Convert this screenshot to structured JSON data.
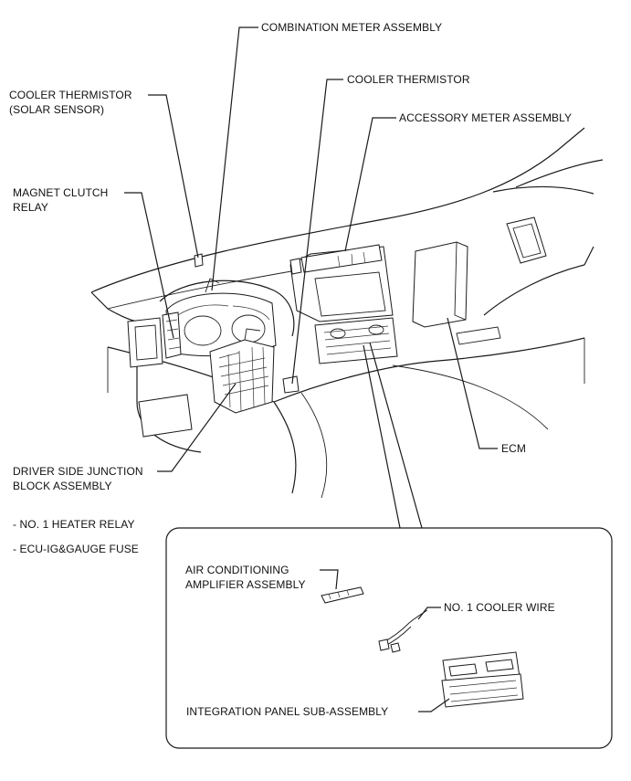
{
  "labels": {
    "combination_meter": "COMBINATION METER ASSEMBLY",
    "cooler_thermistor_solar_line1": "COOLER THERMISTOR",
    "cooler_thermistor_solar_line2": "(SOLAR SENSOR)",
    "cooler_thermistor": "COOLER THERMISTOR",
    "accessory_meter": "ACCESSORY METER ASSEMBLY",
    "magnet_clutch_line1": "MAGNET CLUTCH",
    "magnet_clutch_line2": "RELAY",
    "ecm": "ECM",
    "driver_jb_line1": "DRIVER SIDE JUNCTION",
    "driver_jb_line2": "BLOCK ASSEMBLY",
    "heater_relay": "- NO. 1 HEATER  RELAY",
    "gauge_fuse": "- ECU-IG&GAUGE FUSE",
    "ac_amplifier_line1": "AIR CONDITIONING",
    "ac_amplifier_line2": "AMPLIFIER ASSEMBLY",
    "cooler_wire": "NO. 1 COOLER WIRE",
    "integration_panel": "INTEGRATION PANEL SUB-ASSEMBLY"
  },
  "colors": {
    "line": "#1a1a1a",
    "background": "#ffffff"
  }
}
